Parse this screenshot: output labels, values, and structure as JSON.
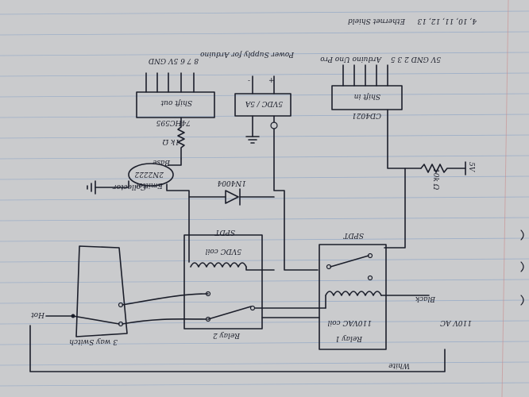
{
  "diagram": {
    "notes": {
      "ethernet_shield": "Ethernet Shield",
      "ethernet_shield_pins": "4, 10, 11, 12, 13",
      "arduino_uno_pro": "Arduino Uno Pro",
      "arduino_pins": "5V GND 2 3 5"
    },
    "shift_in": {
      "label": "Shift in",
      "chip": "CD4021"
    },
    "power_supply": {
      "label": "5VDC / 5A",
      "caption": "Power Supply for Arduino",
      "plus": "+",
      "minus": "-"
    },
    "shift_out": {
      "label": "Shift out",
      "chip": "74HC595",
      "pins": "8 7 6 5V GND"
    },
    "transistor": {
      "label": "2N2222",
      "collector": "Collector",
      "emitter": "Emitter",
      "base": "Base",
      "base_resistor": "1k Ω"
    },
    "diode": {
      "label": "1N4004"
    },
    "pullup": {
      "label": "10k Ω",
      "gnd_pin": "5V"
    },
    "relay2": {
      "label": "Relay 2",
      "coil": "5VDC coil",
      "contact": "SPDT"
    },
    "relay1": {
      "label": "Relay 1",
      "coil": "110VAC coil",
      "contact": "SPDT"
    },
    "switch": {
      "label": "3 way Switch"
    },
    "mains": {
      "label": "110V AC",
      "hot": "Hot",
      "white": "White",
      "black": "Black"
    }
  }
}
